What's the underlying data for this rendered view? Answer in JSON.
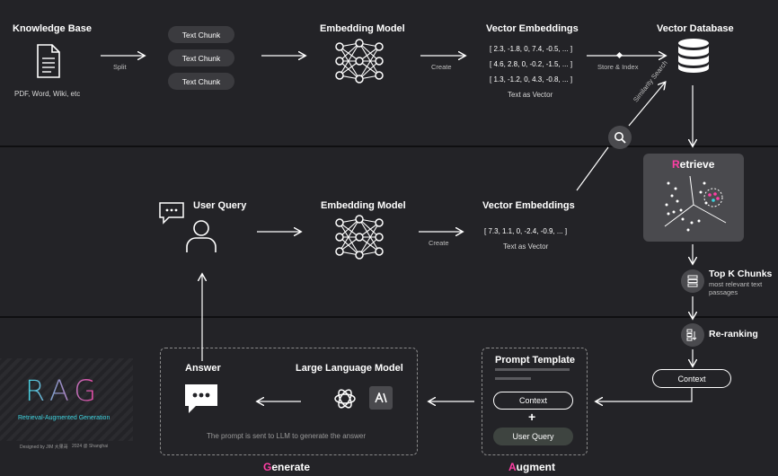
{
  "top": {
    "knowledge_base_title": "Knowledge Base",
    "knowledge_base_caption": "PDF, Word, Wiki, etc",
    "split_label": "Split",
    "chunks": [
      "Text Chunk",
      "Text Chunk",
      "Text Chunk"
    ],
    "embedding_model_title": "Embedding Model",
    "create_label": "Create",
    "vector_embeddings_title": "Vector Embeddings",
    "vectors": [
      "[ 2.3, -1.8, 0, 7.4, -0.5, ... ]",
      "[ 4.6, 2.8, 0, -0.2, -1.5, ... ]",
      "[ 1.3, -1.2, 0, 4.3, -0.8, ... ]"
    ],
    "text_as_vector": "Text as Vector",
    "store_index_label": "Store & Index",
    "vector_database_title": "Vector Database",
    "similarity_search_label": "Similarity Search"
  },
  "middle": {
    "user_query_title": "User Query",
    "embedding_model_title": "Embedding Model",
    "create_label": "Create",
    "vector_embeddings_title": "Vector Embeddings",
    "vector": "[ 7.3, 1.1, 0, -2.4, -0.9, ... ]",
    "text_as_vector": "Text as Vector",
    "retrieve_first": "R",
    "retrieve_rest": "etrieve",
    "top_k_title": "Top K Chunks",
    "top_k_caption_1": "most relevant text",
    "top_k_caption_2": "passages",
    "reranking_title": "Re-ranking"
  },
  "bottom": {
    "answer_title": "Answer",
    "llm_title": "Large Language Model",
    "llm_caption": "The prompt is sent to LLM to generate the answer",
    "prompt_template_title": "Prompt Template",
    "context_label": "Context",
    "plus": "+",
    "user_query_label": "User Query",
    "context_pill": "Context",
    "generate_first": "G",
    "generate_rest": "enerate",
    "augment_first": "A",
    "augment_rest": "ugment",
    "rag_logo": "RAG",
    "rag_subtitle": "Retrieval-Augmented Generation",
    "designed_by": "Designed by JIM 大果哥",
    "credit_date": "2024 @ Shanghai"
  },
  "colors": {
    "background": "#232327",
    "accent_pink": "#ff3ea5",
    "rag_gradient_start": "#3fd4e0",
    "rag_gradient_end": "#ff3ea5"
  },
  "icons": [
    "document-icon",
    "neural-network-icon",
    "database-icon",
    "search-icon",
    "chat-bubble-icon",
    "user-icon",
    "scatter-clusters-icon",
    "chunks-icon",
    "rerank-icon",
    "message-icon",
    "openai-logo-icon",
    "anthropic-logo-icon"
  ]
}
